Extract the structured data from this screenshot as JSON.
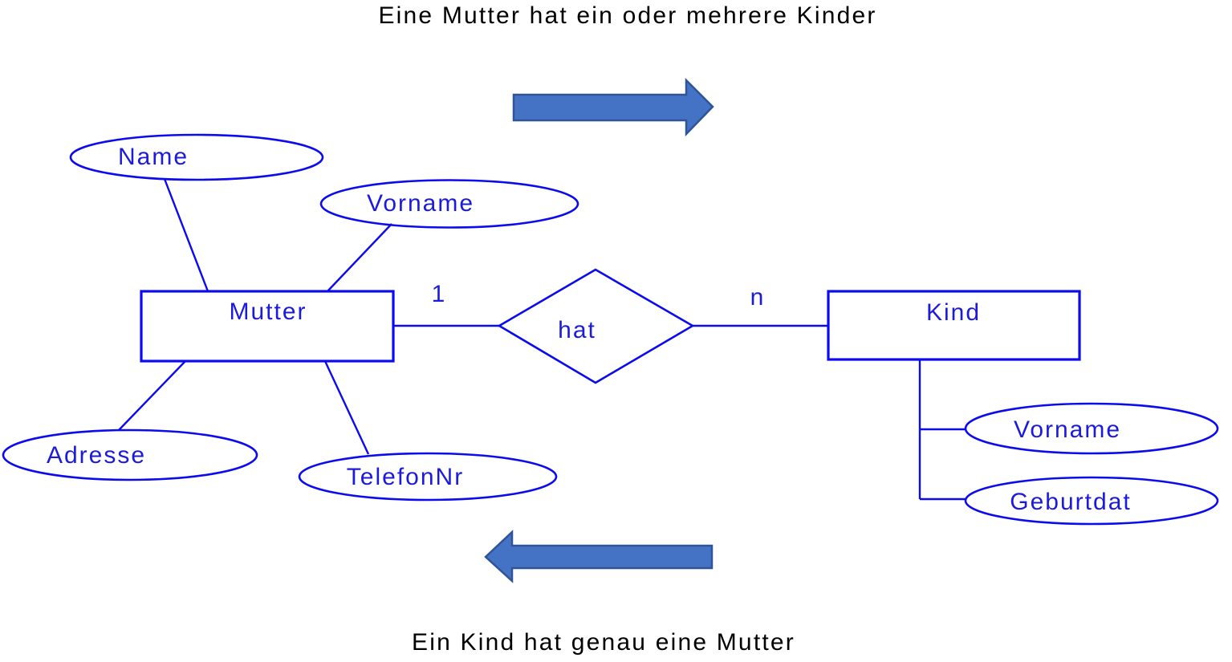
{
  "title": "Eine Mutter hat ein oder mehrere Kinder",
  "bottom_caption": "Ein Kind hat genau eine Mutter",
  "colors": {
    "diagram_stroke": "#0b0bed",
    "diagram_text": "#1b1bd9",
    "arrow_fill": "#4472c4",
    "arrow_border": "#2f5597",
    "caption_text": "#000000"
  },
  "diagram": {
    "type": "entity-relationship",
    "entities": [
      {
        "label": "Mutter"
      },
      {
        "label": "Kind"
      }
    ],
    "relationship": {
      "label": "hat",
      "left_cardinality": "1",
      "right_cardinality": "n"
    },
    "mutter_attributes": [
      {
        "label": "Name"
      },
      {
        "label": "Vorname"
      },
      {
        "label": "Adresse"
      },
      {
        "label": "TelefonNr"
      }
    ],
    "kind_attributes": [
      {
        "label": "Vorname"
      },
      {
        "label": "Geburtdat"
      }
    ],
    "icons": [
      {
        "name": "arrow-right"
      },
      {
        "name": "arrow-left"
      }
    ]
  }
}
